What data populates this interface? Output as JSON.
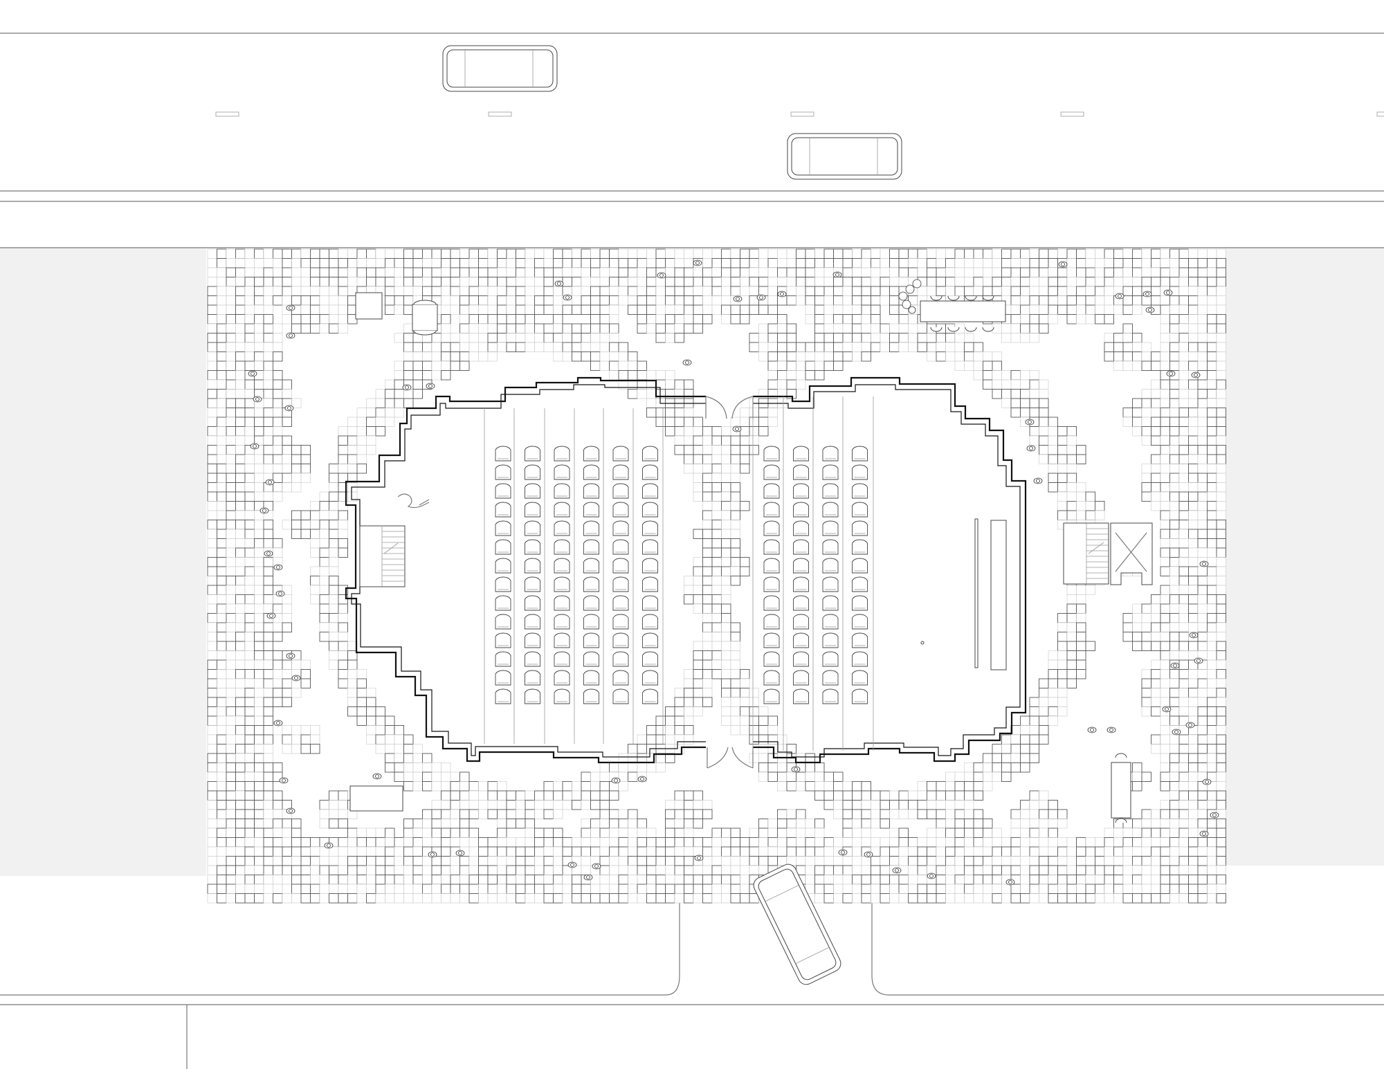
{
  "drawing": {
    "palette": {
      "background": "#ffffff",
      "line": "#777777",
      "wall": "#111111",
      "neighbor_fill": "#f1f1f1",
      "grid_light": "#c8c8c8"
    },
    "hall_left": {
      "seat_columns": 6,
      "seat_rows": 14
    },
    "hall_right": {
      "seat_columns": 4,
      "seat_rows": 14
    },
    "cars": [
      {
        "name": "car-top-left"
      },
      {
        "name": "car-top-right"
      },
      {
        "name": "car-driveway"
      }
    ],
    "icons": [
      "stair-icon",
      "elevator-icon",
      "door-icon",
      "seat-icon",
      "person-icon",
      "table-icon",
      "car-icon",
      "tree-icon"
    ]
  }
}
